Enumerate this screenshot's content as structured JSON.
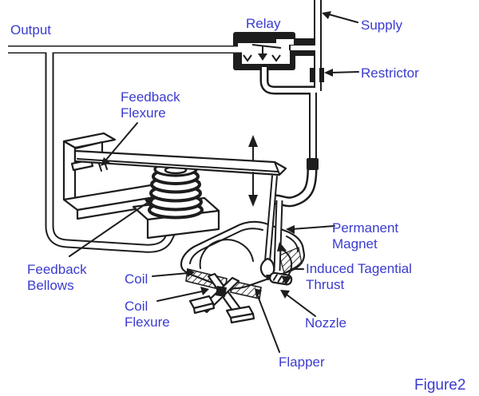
{
  "figure": {
    "caption": "Figure2"
  },
  "colors": {
    "label_text": "#3b3bd0",
    "line_art": "#1d1d1d",
    "background": "#ffffff"
  },
  "labels": {
    "output": "Output",
    "relay": "Relay",
    "supply": "Supply",
    "restrictor": "Restrictor",
    "feedback_flexure": [
      "Feedback",
      "Flexure"
    ],
    "feedback_bellows": [
      "Feedback",
      "Bellows"
    ],
    "coil": "Coil",
    "coil_flexure": [
      "Coil",
      "Flexure"
    ],
    "permanent_magnet": [
      "Permanent",
      "Magnet"
    ],
    "induced_thrust": [
      "Induced Tagential",
      "Thrust"
    ],
    "nozzle": "Nozzle",
    "flapper": "Flapper"
  }
}
